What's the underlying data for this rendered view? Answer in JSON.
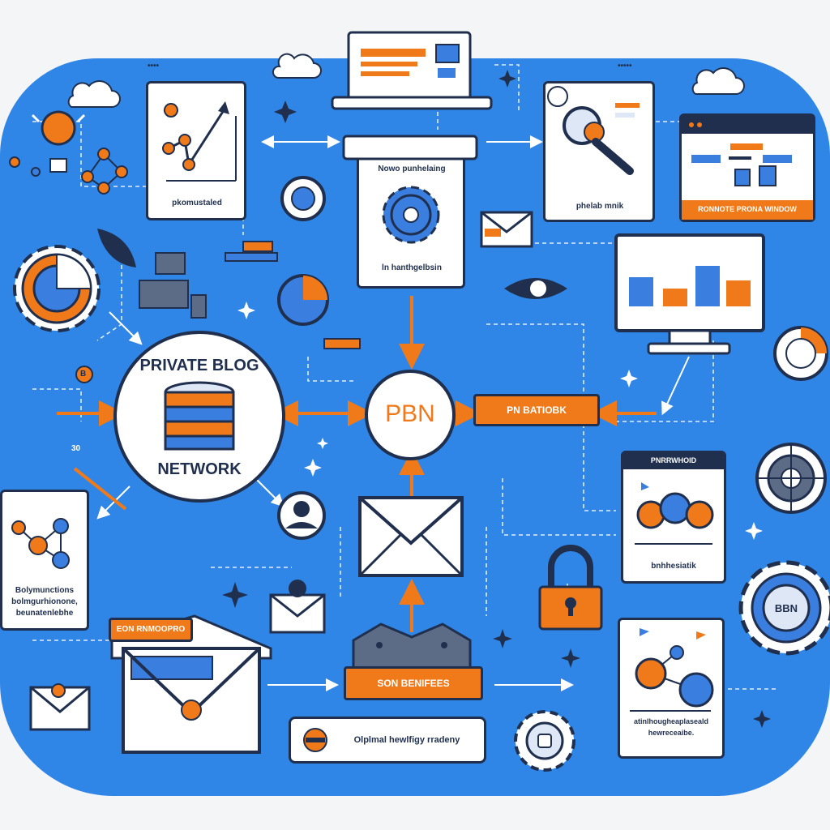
{
  "hub": {
    "pbn_label": "PBN",
    "network_top": "PRIVATE BLOG",
    "network_bottom": "NETWORK"
  },
  "cards": {
    "analytics_label": "pkomustaled",
    "gear_card_title": "Nowo punhelaing",
    "gear_card_footer": "ln hanthgelbsin",
    "search_card_label": "phelab mnik",
    "website_footer": "RONNOTE PRONA WINDOW",
    "monitor_tag": "PN BATIOBK",
    "profile_title": "PNRRWHOID",
    "profile_footer": "bnhhesiatik",
    "left_card_text_1": "Bolymunctions",
    "left_card_text_2": "bolmgurhionone,",
    "left_card_text_3": "beunatenlebhe",
    "envelope_tag": "EON RNMOOPRO",
    "benefits_tag": "SON BENIFEES",
    "strategy_label": "Olplmal hewlfigy rradeny",
    "bottom_right_text_1": "atinlhougheaplaseald",
    "bottom_right_text_2": "hewreceaibe.",
    "gear_badge": "BBN"
  },
  "decorations": {
    "top_left_dots": "••••",
    "top_right_dots": "•••••",
    "left_number": "30",
    "coin_symbol": "B"
  },
  "colors": {
    "background": "#2f86e6",
    "accent": "#f07a1a",
    "outline": "#1f2f4d",
    "blue": "#3a7fe0",
    "card": "#ffffff"
  }
}
